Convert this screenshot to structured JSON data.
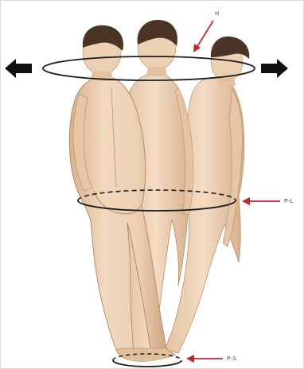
{
  "labels": {
    "h": "H",
    "pl": "P-L",
    "ps": "P-S"
  },
  "colors": {
    "skin": "#ecd0b4",
    "skin_shadow": "#d9b08c",
    "hair": "#4a3426",
    "ellipse": "#1c1c1c",
    "pointer": "#c0272d",
    "arrow": "#111111"
  },
  "icons": {
    "left": "arrow-left-icon",
    "right": "arrow-right-icon"
  }
}
